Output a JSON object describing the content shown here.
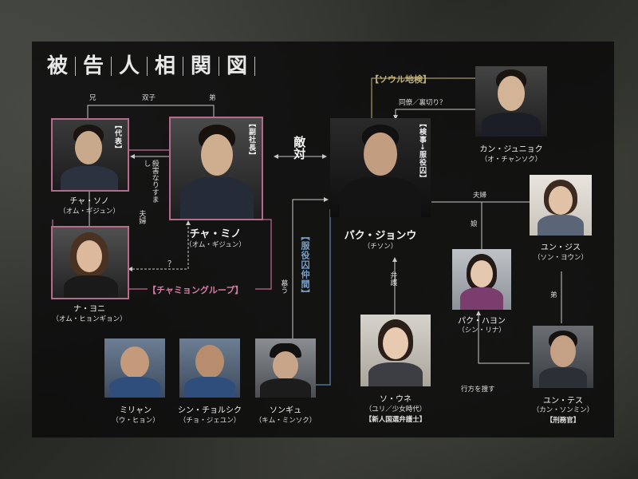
{
  "title_chars": [
    "被",
    "告",
    "人",
    "相",
    "関",
    "図"
  ],
  "characters": {
    "cha_sono": {
      "name": "チャ・ソノ",
      "actor": "（オム・ギジュン）",
      "tag": "【代表】"
    },
    "cha_mino": {
      "name": "チャ・ミノ",
      "actor": "（オム・ギジュン）",
      "tag": "【副社長】"
    },
    "na_yoni": {
      "name": "ナ・ヨニ",
      "actor": "（オム・ヒョンギョン）"
    },
    "park_jeongwoo": {
      "name": "パク・ジョンウ",
      "actor": "（チソン）",
      "tag": "【検事→服役囚】"
    },
    "kang_junhyuk": {
      "name": "カン・ジュニョク",
      "actor": "（オ・チャンソク）"
    },
    "yoon_jisu": {
      "name": "ユン・ジス",
      "actor": "（ソン・ヨウン）"
    },
    "park_hayeon": {
      "name": "パク・ハヨン",
      "actor": "（シン・リナ）"
    },
    "seo_eun": {
      "name": "ソ・ウネ",
      "actor": "（ユリ／少女時代）",
      "role": "【新人国選弁護士】"
    },
    "yoon_taesu": {
      "name": "ユン・テス",
      "actor": "（カン・ソンミン）",
      "role": "【刑務官】"
    },
    "miryang": {
      "name": "ミリャン",
      "actor": "（ウ・ヒョン）"
    },
    "shin_cheolsik": {
      "name": "シン・チョルシク",
      "actor": "（チョ・ジェユン）"
    },
    "songyu": {
      "name": "ソンギュ",
      "actor": "（キム・ミンソク）"
    }
  },
  "relations": {
    "brother_older": "兄",
    "twins": "双子",
    "brother_younger": "弟",
    "impersonate": "殺害なりすまし",
    "couple_left": "夫婦",
    "question": "？",
    "rival": "敵対",
    "colleague": "同僚／裏切り？",
    "couple_right": "夫婦",
    "daughter": "娘",
    "sibling": "弟",
    "defend": "弁護",
    "admire": "慕う",
    "search": "行方を捜す"
  },
  "groups": {
    "cha_group": "【チャミョングループ】",
    "seoul_office": "【ソウル地検】",
    "inmates": "【服役囚仲間】"
  },
  "colors": {
    "pink": "#c36a95",
    "gold": "#a89a5e",
    "blue": "#5d86b5",
    "line": "#c8c8c8"
  }
}
